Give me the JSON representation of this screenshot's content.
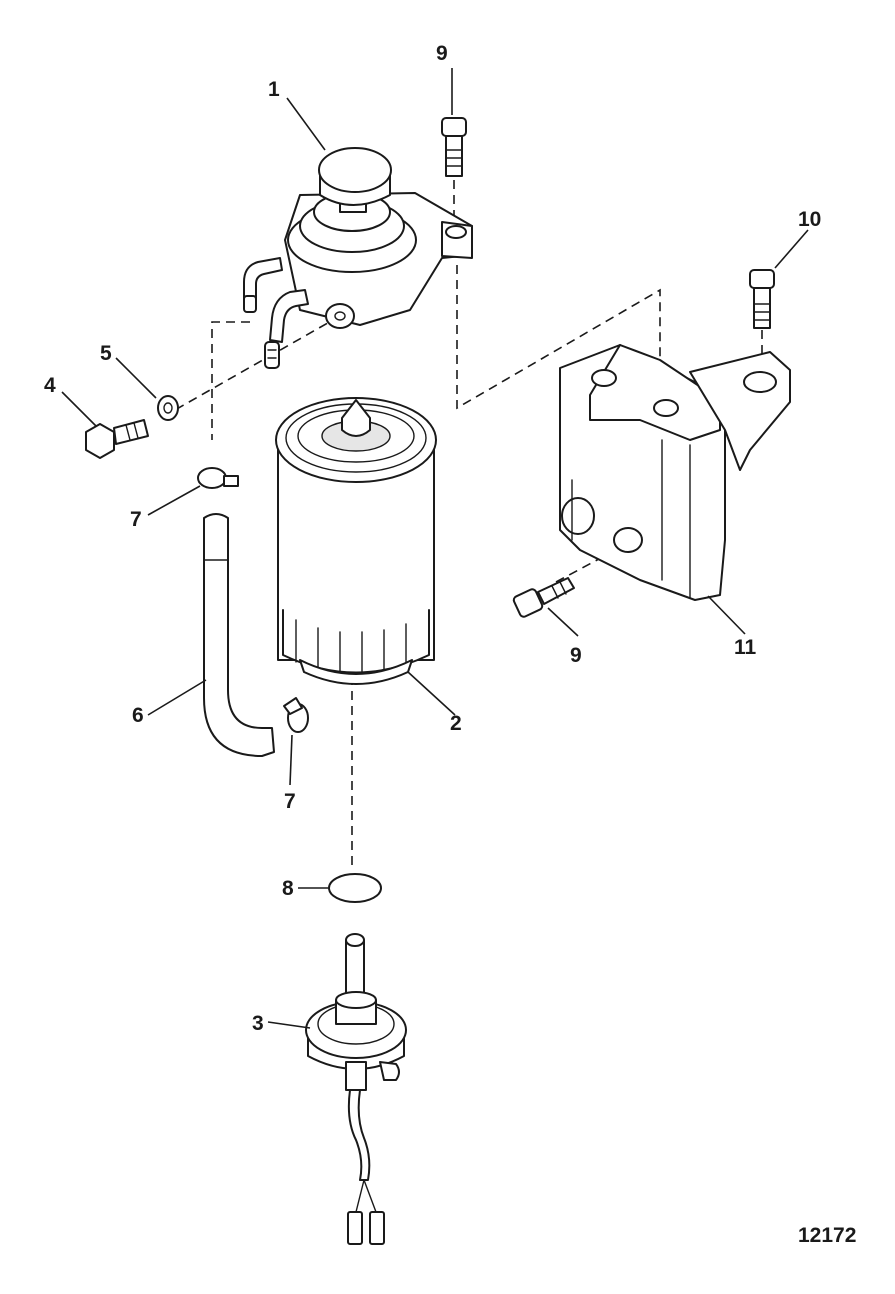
{
  "callouts": {
    "c1": "1",
    "c2": "2",
    "c3": "3",
    "c4": "4",
    "c5": "5",
    "c6": "6",
    "c7a": "7",
    "c7b": "7",
    "c8": "8",
    "c9a": "9",
    "c9b": "9",
    "c10": "10",
    "c11": "11"
  },
  "figure_number": "12172",
  "colors": {
    "line": "#1a1a1a",
    "background": "#ffffff"
  }
}
